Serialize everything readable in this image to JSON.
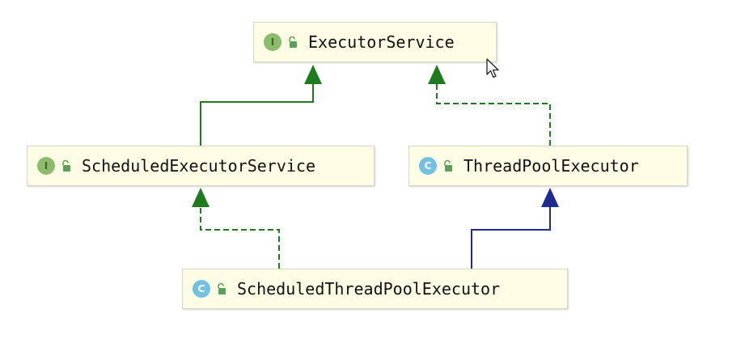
{
  "nodes": {
    "executor_service": {
      "kind": "I",
      "label": "ExecutorService"
    },
    "scheduled_executor_service": {
      "kind": "I",
      "label": "ScheduledExecutorService"
    },
    "thread_pool_executor": {
      "kind": "C",
      "label": "ThreadPoolExecutor"
    },
    "scheduled_thread_pool_executor": {
      "kind": "C",
      "label": "ScheduledThreadPoolExecutor"
    }
  },
  "edges": [
    {
      "from": "scheduled_executor_service",
      "to": "executor_service",
      "relation": "extends",
      "style": "solid",
      "color": "#1e7b1e"
    },
    {
      "from": "thread_pool_executor",
      "to": "executor_service",
      "relation": "implements",
      "style": "dashed",
      "color": "#1e7b1e"
    },
    {
      "from": "scheduled_thread_pool_executor",
      "to": "scheduled_executor_service",
      "relation": "implements",
      "style": "dashed",
      "color": "#1e7b1e"
    },
    {
      "from": "scheduled_thread_pool_executor",
      "to": "thread_pool_executor",
      "relation": "extends",
      "style": "solid",
      "color": "#1f2c8f"
    }
  ],
  "colors": {
    "node_background": "#fdfde6",
    "interface_badge": "#8bbc6c",
    "class_badge": "#74c0e3",
    "lock_icon": "#5aa05a"
  }
}
